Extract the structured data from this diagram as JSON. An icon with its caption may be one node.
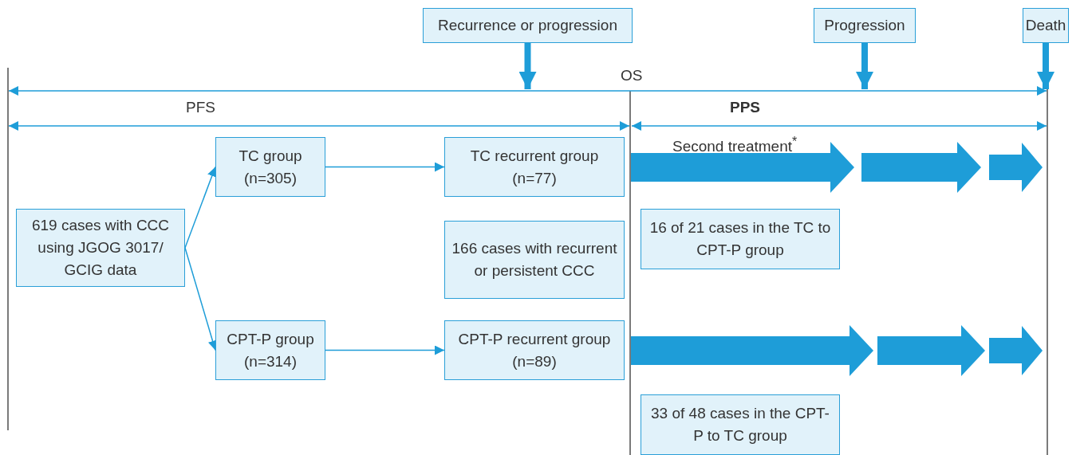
{
  "diagram": {
    "nodes": [
      {
        "text": [
          "Recurrence or progression"
        ]
      },
      {
        "text": [
          "Progression"
        ]
      },
      {
        "text": [
          "Death"
        ]
      },
      {
        "text": [
          "619 cases with CCC using JGOG 3017/ GCIG data"
        ]
      },
      {
        "text": [
          "TC group (n=305)"
        ]
      },
      {
        "text": [
          "TC recurrent group (n=77)"
        ]
      },
      {
        "text": [
          "166 cases with recurrent or persistent CCC"
        ]
      },
      {
        "text": [
          "CPT-P group (n=314)"
        ]
      },
      {
        "text": [
          "CPT-P recurrent group (n=89)"
        ]
      },
      {
        "text": [
          "16 of 21 cases in the TC to CPT-P group"
        ]
      },
      {
        "text": [
          "33 of 48 cases in the CPT-P to TC group"
        ]
      }
    ],
    "edges": [
      {
        "from": 0,
        "to": null,
        "arrow": "to",
        "style": "thick"
      },
      {
        "from": 1,
        "to": null,
        "arrow": "to",
        "style": "thick"
      },
      {
        "from": 2,
        "to": null,
        "arrow": "to",
        "style": "thick"
      },
      {
        "from": 3,
        "to": 4,
        "arrow": "to"
      },
      {
        "from": 3,
        "to": 7,
        "arrow": "to"
      },
      {
        "from": 4,
        "to": 5,
        "arrow": "to"
      },
      {
        "from": 7,
        "to": 8,
        "arrow": "to"
      }
    ],
    "labels": [
      "OS",
      "PFS",
      "PPS",
      "Second treatment$^{*}$"
    ]
  }
}
